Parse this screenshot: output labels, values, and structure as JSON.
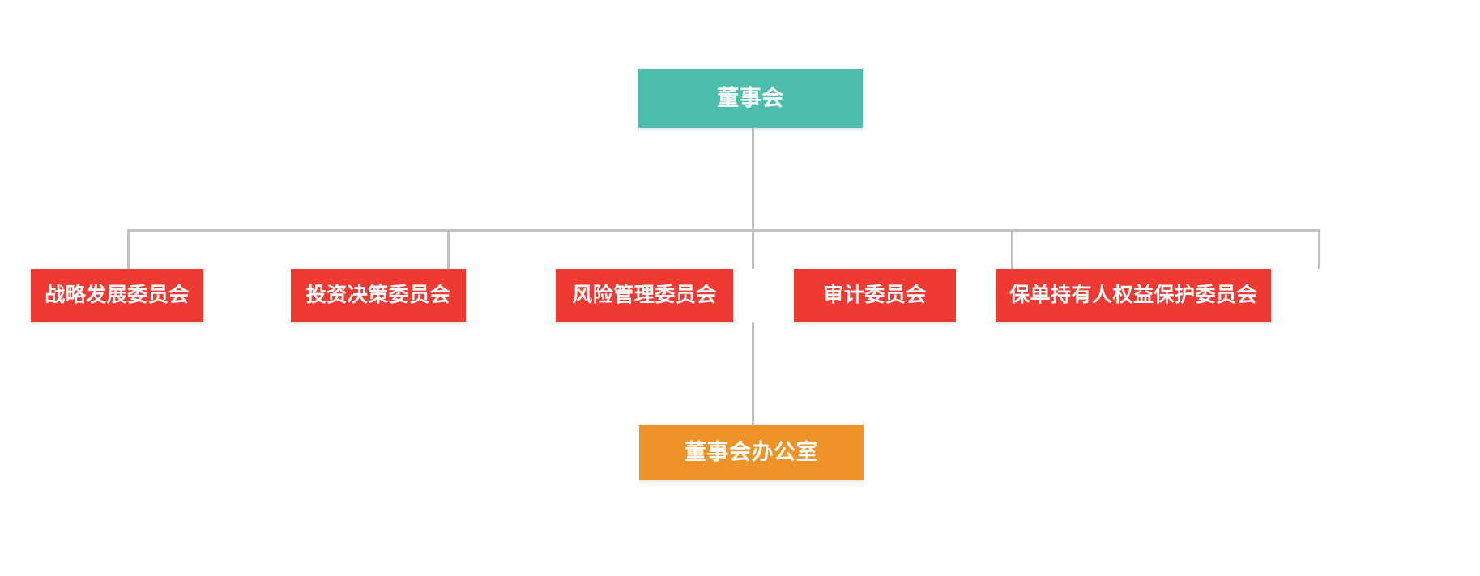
{
  "diagram": {
    "type": "organization-chart",
    "title_text": "",
    "background_color": "#ffffff",
    "connector_color": "#c2c2c2",
    "colors": {
      "root": "#4cbfac",
      "committee": "#ee3a32",
      "office": "#ef9228",
      "text": "#ffffff"
    },
    "root": {
      "label": "董事会",
      "fill": "#4cbfac"
    },
    "committees": [
      {
        "label": "战略发展委员会",
        "fill": "#ee3a32"
      },
      {
        "label": "投资决策委员会",
        "fill": "#ee3a32"
      },
      {
        "label": "风险管理委员会",
        "fill": "#ee3a32"
      },
      {
        "label": "审计委员会",
        "fill": "#ee3a32"
      },
      {
        "label": "保单持有人权益保护委员会",
        "fill": "#ee3a32"
      }
    ],
    "office": {
      "label": "董事会办公室",
      "fill": "#ef9228"
    }
  }
}
